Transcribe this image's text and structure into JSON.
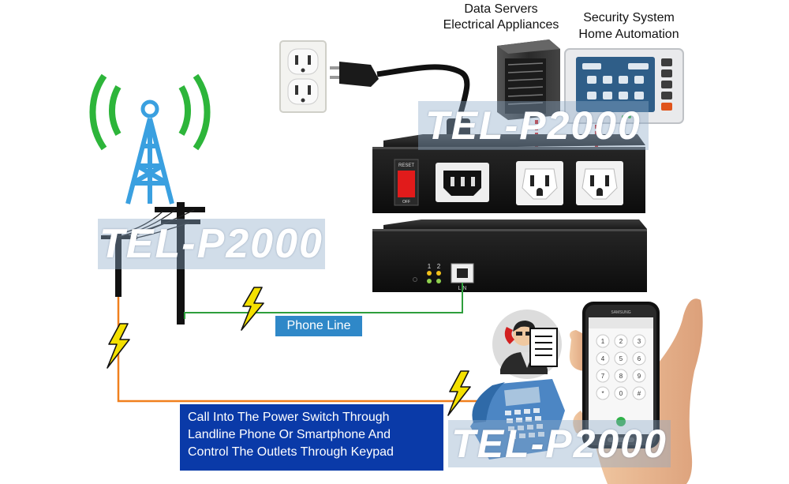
{
  "labels": {
    "data_servers": "Data Servers",
    "electrical_appliances": "Electrical Appliances",
    "security_system": "Security System",
    "home_automation": "Home Automation",
    "phone_line": "Phone Line"
  },
  "callout": {
    "line1": "Call Into The Power Switch Through",
    "line2": "Landline Phone Or Smartphone And",
    "line3": "Control The Outlets Through Keypad"
  },
  "watermark": "TEL-P2000",
  "device": {
    "switch_text_top": "RESET",
    "switch_text_bottom": "OFF",
    "port_number_1": "1",
    "port_number_2": "2",
    "port_label": "LIN"
  },
  "smartphone": {
    "brand": "SAMSUNG",
    "keypad": [
      "1",
      "2",
      "3",
      "4",
      "5",
      "6",
      "7",
      "8",
      "9",
      "*",
      "0",
      "#"
    ]
  },
  "colors": {
    "phone_line_wire": "#2e9e3c",
    "landline_wire": "#f0801e",
    "lightning": "#f4e000",
    "callout_bg": "#0a3aa8",
    "phone_line_label_bg": "#2f88c8",
    "tower": "#3aa0e0",
    "signal": "#2db53a",
    "interlock": "#d22020"
  }
}
